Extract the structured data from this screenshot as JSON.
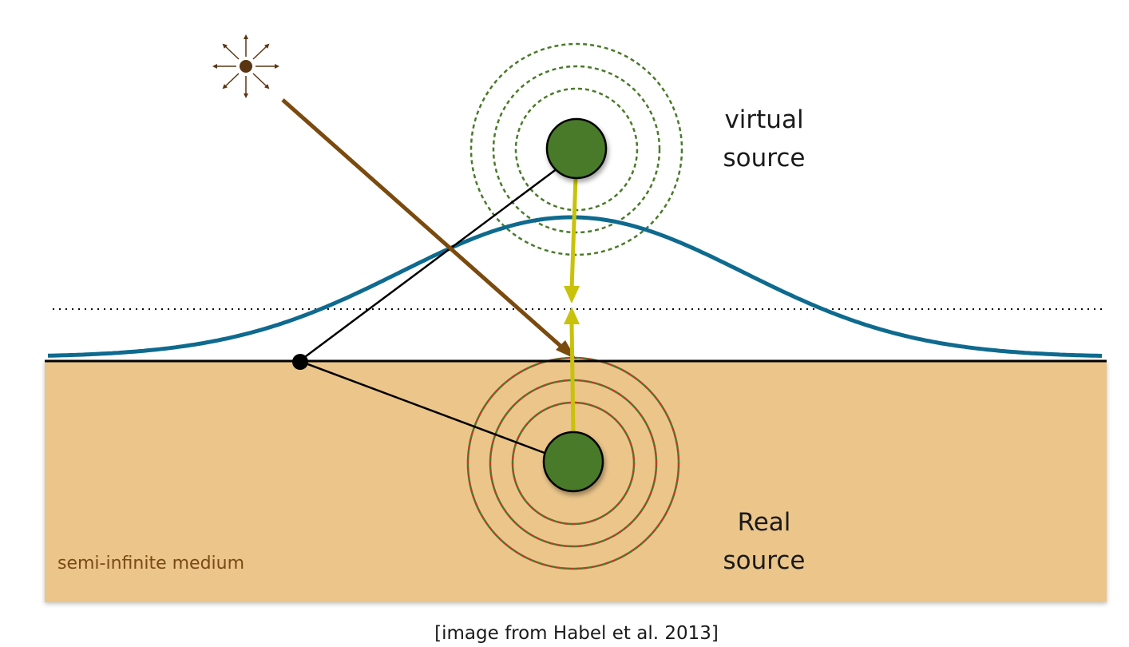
{
  "labels": {
    "virtual_line1": "virtual",
    "virtual_line2": "source",
    "real_line1": "Real",
    "real_line2": "source",
    "medium": "semi-infinite medium",
    "caption": "[image from Habel et al. 2013]"
  },
  "colors": {
    "background": "#ffffff",
    "medium_fill": "#ebc58a",
    "medium_text": "#7a4a16",
    "source_fill": "#4a7a2a",
    "source_stroke": "#000000",
    "dashed_green": "#4a7a2a",
    "dashed_red": "#c0392b",
    "light_ray": "#7a4a0e",
    "yellow_arrow": "#c8c20a",
    "gaussian_curve": "#0e6a8e",
    "boundary_line": "#000000",
    "dotted_line": "#000000",
    "light_source": "#5a3512"
  },
  "icons": {
    "light_source": "light-source-icon"
  }
}
